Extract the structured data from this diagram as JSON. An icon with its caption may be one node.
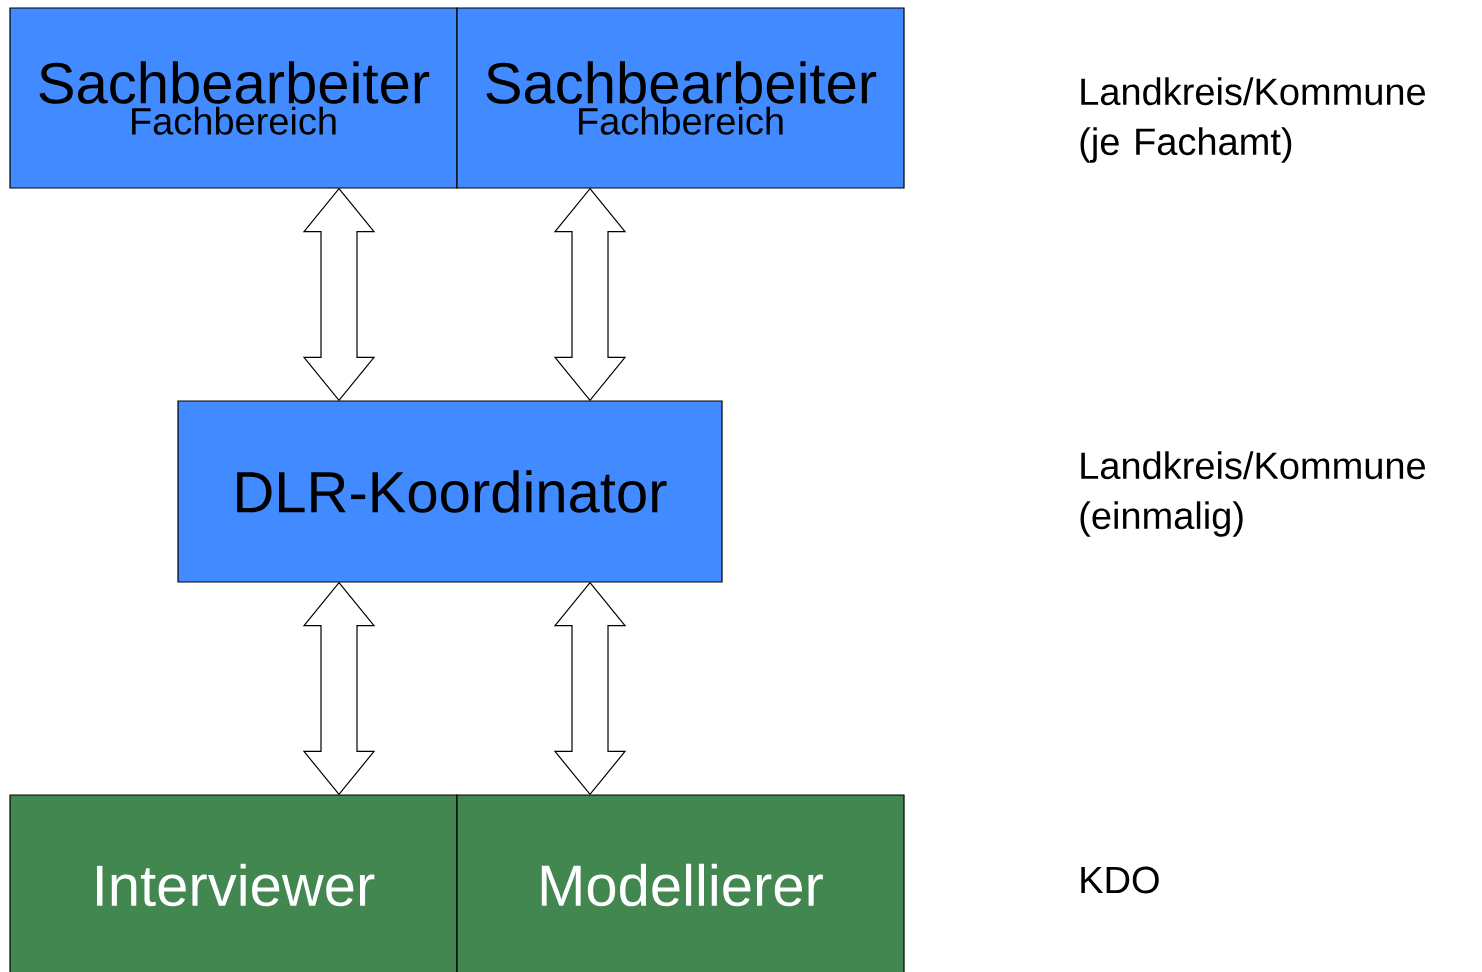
{
  "diagram": {
    "nodes": [
      {
        "text": [
          "Sachbearbeiter",
          "Fachbereich"
        ]
      },
      {
        "text": [
          "Sachbearbeiter",
          "Fachbereich"
        ]
      },
      {
        "text": [
          "DLR-Koordinator"
        ]
      },
      {
        "text": [
          "Interviewer"
        ]
      },
      {
        "text": [
          "Modellierer"
        ]
      }
    ],
    "edges": [
      {
        "from": 0,
        "to": 2,
        "arrow": "both"
      },
      {
        "from": 1,
        "to": 2,
        "arrow": "both"
      },
      {
        "from": 2,
        "to": 3,
        "arrow": "both"
      },
      {
        "from": 2,
        "to": 4,
        "arrow": "both"
      }
    ],
    "labels": [
      "Landkreis/Kommune (je Fachamt)",
      "Landkreis/Kommune (einmalig)",
      "KDO"
    ]
  }
}
